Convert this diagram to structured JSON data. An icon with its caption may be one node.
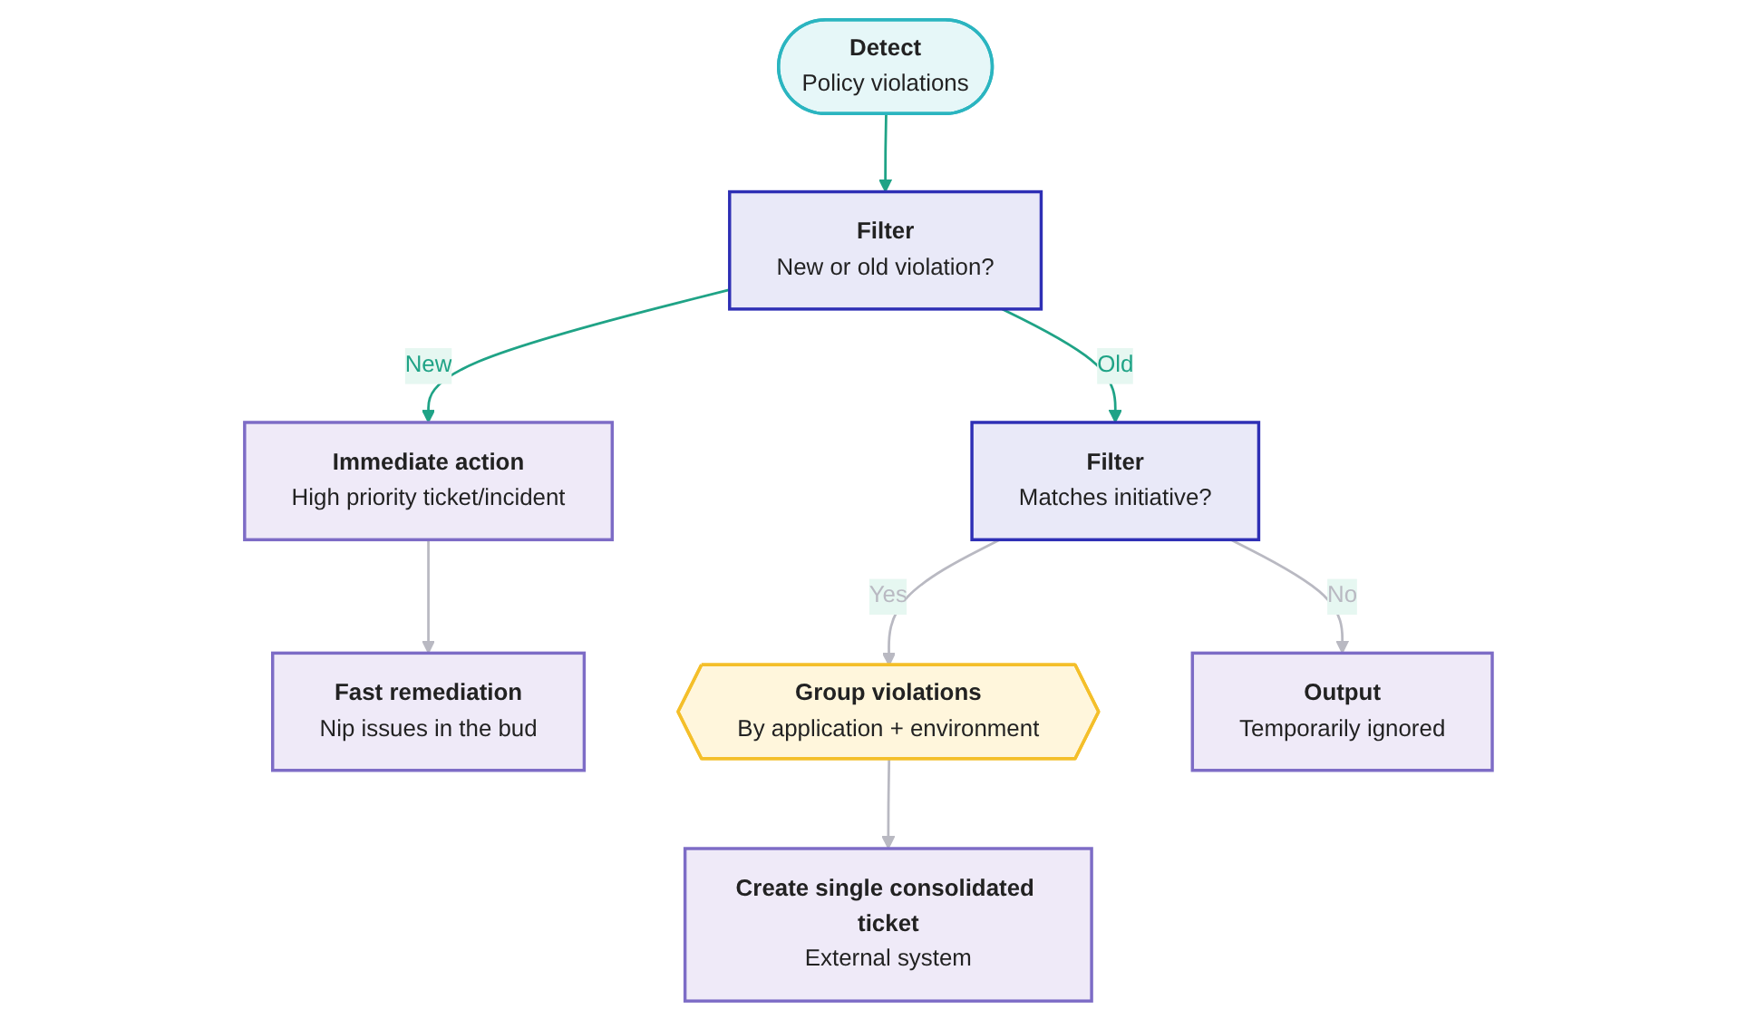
{
  "diagram": {
    "nodes": [
      {
        "text": [
          "Detect",
          "Policy violations"
        ]
      },
      {
        "text": [
          "Filter",
          "New or old violation?"
        ]
      },
      {
        "text": [
          "Immediate action",
          "High priority ticket/incident"
        ]
      },
      {
        "text": [
          "Filter",
          "Matches initiative?"
        ]
      },
      {
        "text": [
          "Fast remediation",
          "Nip issues in the bud"
        ]
      },
      {
        "text": [
          "Group violations",
          "By application + environment"
        ]
      },
      {
        "text": [
          "Create single consolidated ticket",
          "External system"
        ]
      },
      {
        "text": [
          "Output",
          "Temporarily ignored"
        ]
      }
    ],
    "edges": [
      {
        "from": 0,
        "to": 1,
        "arrow": "to",
        "color": "#1fa386"
      },
      {
        "from": 1,
        "to": 2,
        "arrow": "to",
        "label": "New",
        "color": "#1fa386"
      },
      {
        "from": 1,
        "to": 3,
        "arrow": "to",
        "label": "Old",
        "color": "#1fa386"
      },
      {
        "from": 2,
        "to": 4,
        "arrow": "to"
      },
      {
        "from": 3,
        "to": 5,
        "arrow": "to",
        "label": "Yes"
      },
      {
        "from": 3,
        "to": 7,
        "arrow": "to",
        "label": "No"
      },
      {
        "from": 5,
        "to": 6,
        "arrow": "to"
      }
    ]
  }
}
